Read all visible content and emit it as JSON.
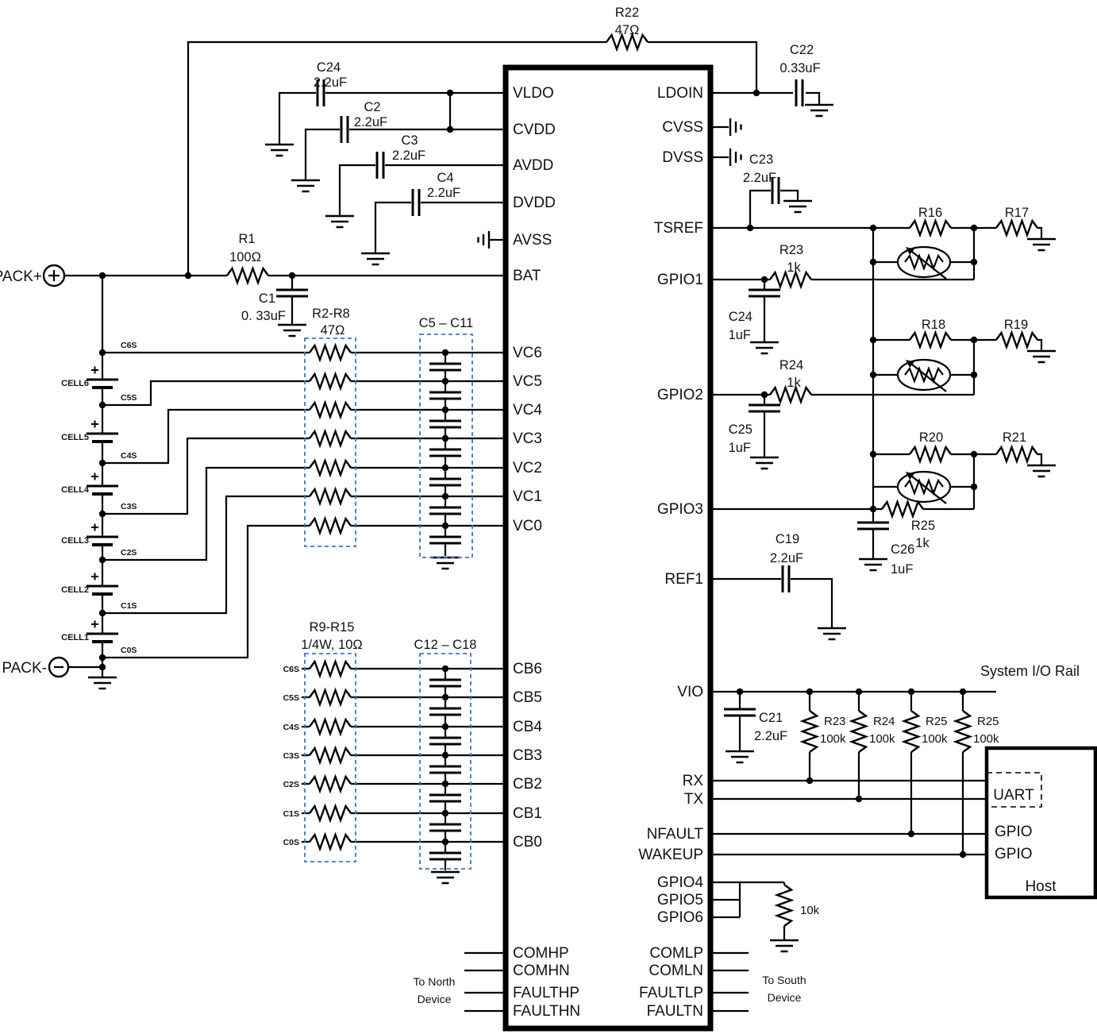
{
  "pack": {
    "plus": "PACK+",
    "minus": "PACK-"
  },
  "cells": {
    "c6": "CELL6",
    "c5": "CELL5",
    "c4": "CELL4",
    "c3": "CELL3",
    "c2": "CELL2",
    "c1": "CELL1"
  },
  "taps": {
    "c6s": "C6S",
    "c5s": "C5S",
    "c4s": "C4S",
    "c3s": "C3S",
    "c2s": "C2S",
    "c1s": "C1S",
    "c0s": "C0S"
  },
  "cb_nets": {
    "c6s": "C6S",
    "c5s": "C5S",
    "c4s": "C4S",
    "c3s": "C3S",
    "c2s": "C2S",
    "c1s": "C1S",
    "c0s": "C0S"
  },
  "ic": {
    "left_pins": [
      "VLDO",
      "CVDD",
      "AVDD",
      "DVDD",
      "AVSS",
      "BAT",
      "VC6",
      "VC5",
      "VC4",
      "VC3",
      "VC2",
      "VC1",
      "VC0",
      "CB6",
      "CB5",
      "CB4",
      "CB3",
      "CB2",
      "CB1",
      "CB0",
      "COMHP",
      "COMHN",
      "FAULTHP",
      "FAULTHN"
    ],
    "right_pins": [
      "LDOIN",
      "CVSS",
      "DVSS",
      "TSREF",
      "GPIO1",
      "GPIO2",
      "GPIO3",
      "REF1",
      "VIO",
      "RX",
      "TX",
      "NFAULT",
      "WAKEUP",
      "GPIO4",
      "GPIO5",
      "GPIO6",
      "COMLP",
      "COMLN",
      "FAULTLP",
      "FAULTN"
    ]
  },
  "comp": {
    "r22": {
      "ref": "R22",
      "val": "47Ω"
    },
    "c22": {
      "ref": "C22",
      "val": "0.33uF"
    },
    "c24_top": {
      "ref": "C24",
      "val": "2.2uF"
    },
    "c2": {
      "ref": "C2",
      "val": "2.2uF"
    },
    "c3": {
      "ref": "C3",
      "val": "2.2uF"
    },
    "c4": {
      "ref": "C4",
      "val": "2.2uF"
    },
    "r1": {
      "ref": "R1",
      "val": "100Ω"
    },
    "c1": {
      "ref": "C1",
      "val": "0. 33uF"
    },
    "r2_r8": {
      "ref": "R2-R8",
      "val": "47Ω"
    },
    "c5_c11": {
      "ref": "C5 – C11"
    },
    "r9_r15": {
      "ref": "R9-R15",
      "val": "1/4W, 10Ω"
    },
    "c12_c18": {
      "ref": "C12 – C18"
    },
    "c23": {
      "ref": "C23",
      "val": "2.2uF"
    },
    "r16": {
      "ref": "R16"
    },
    "r17": {
      "ref": "R17"
    },
    "r23_1k": {
      "ref": "R23",
      "val": "1k"
    },
    "c24_1uf": {
      "ref": "C24",
      "val": "1uF"
    },
    "r18": {
      "ref": "R18"
    },
    "r19": {
      "ref": "R19"
    },
    "r24_1k": {
      "ref": "R24",
      "val": "1k"
    },
    "c25": {
      "ref": "C25",
      "val": "1uF"
    },
    "r20": {
      "ref": "R20"
    },
    "r21": {
      "ref": "R21"
    },
    "r25_1k": {
      "ref": "R25",
      "val": "1k"
    },
    "c26": {
      "ref": "C26",
      "val": "1uF"
    },
    "c19": {
      "ref": "C19",
      "val": "2.2uF"
    },
    "c21": {
      "ref": "C21",
      "val": "2.2uF"
    },
    "pullups": [
      {
        "ref": "R23",
        "val": "100k"
      },
      {
        "ref": "R24",
        "val": "100k"
      },
      {
        "ref": "R25",
        "val": "100k"
      },
      {
        "ref": "R25",
        "val": "100k"
      }
    ],
    "r10k": {
      "val": "10k"
    }
  },
  "host": {
    "uart": "UART",
    "gpio_a": "GPIO",
    "gpio_b": "GPIO",
    "label": "Host"
  },
  "annotations": {
    "system_rail": "System I/O Rail",
    "north_1": "To North",
    "north_2": "Device",
    "south_1": "To South",
    "south_2": "Device"
  },
  "colors": {
    "wire": "#000000",
    "highlight_box": "#4472c4"
  }
}
